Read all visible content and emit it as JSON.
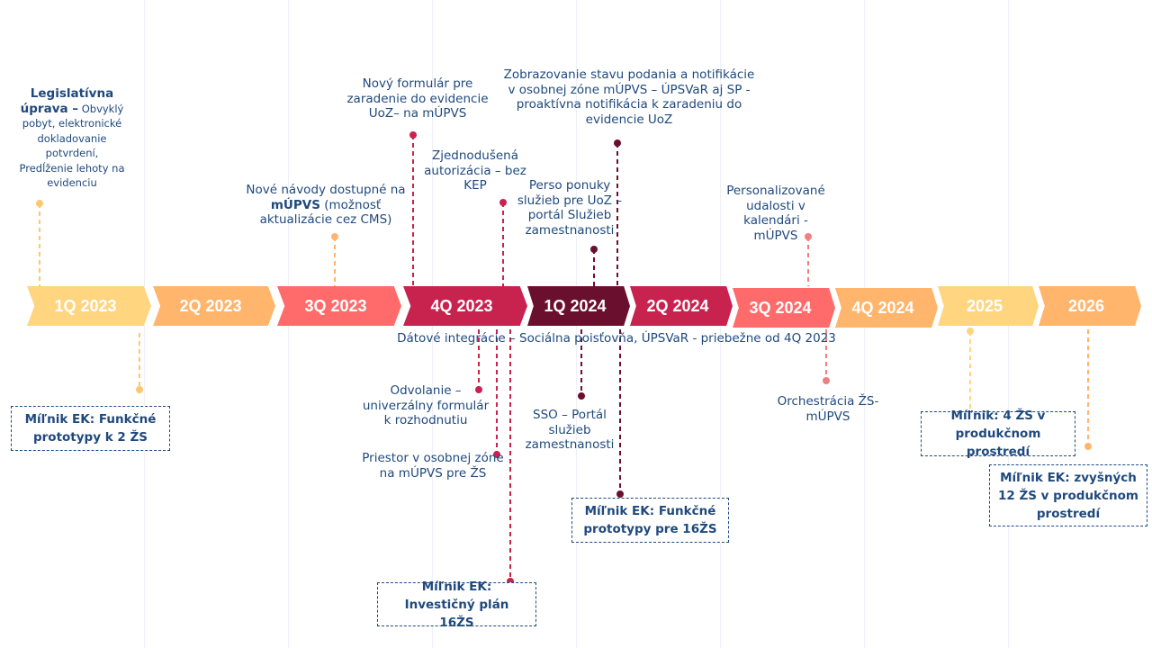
{
  "timeline": {
    "periods": [
      {
        "label": "1Q 2023",
        "color": "#ffd580"
      },
      {
        "label": "2Q 2023",
        "color": "#ffb56b"
      },
      {
        "label": "3Q 2023",
        "color": "#ff6b6b"
      },
      {
        "label": "4Q 2023",
        "color": "#c8234f"
      },
      {
        "label": "1Q 2024",
        "color": "#6b0f2e"
      },
      {
        "label": "2Q 2024",
        "color": "#c8234f"
      },
      {
        "label": "3Q 2024",
        "color": "#ff6b6b"
      },
      {
        "label": "4Q 2024",
        "color": "#ffb56b"
      },
      {
        "label": "2025",
        "color": "#ffd580"
      },
      {
        "label": "2026",
        "color": "#ffb56b"
      }
    ],
    "band_text": "Dátové integrácie – Sociálna poisťovňa, ÚPSVaR - priebežne od 4Q 2023"
  },
  "events_above": {
    "legislation": {
      "title": "Legislatívna úprava –",
      "detail": "Obvyklý pobyt, elektronické dokladovanie potvrdení, Predĺženie lehoty na evidenciu"
    },
    "manuals_a": "Nové návody dostupné na",
    "manuals_b": "mÚPVS",
    "manuals_c": "(možnosť aktualizácie cez CMS)",
    "new_form": "Nový formulár pre zaradenie do evidencie UoZ– na mÚPVS",
    "simple_auth": "Zjednodušená autorizácia – bez KEP",
    "status_view": "Zobrazovanie stavu podania a notifikácie v osobnej zóne mÚPVS – ÚPSVaR aj SP - proaktívna notifikácia k zaradeniu do evidencie UoZ",
    "perso_offers": "Perso ponuky služieb pre UoZ – portál Služieb zamestnanosti",
    "personal_events": "Personalizované udalosti v kalendári - mÚPVS"
  },
  "events_below": {
    "appeal": "Odvolanie – univerzálny formulár k rozhodnutiu",
    "space_zone": "Priestor v osobnej zóne na mÚPVS pre ŽS",
    "sso": "SSO – Portál služieb zamestnanosti",
    "orchestration": "Orchestrácia ŽS-mÚPVS"
  },
  "milestones": {
    "m1": "Míľnik EK: Funkčné prototypy k 2 ŽS",
    "m2": "Míľnik EK: Investičný plán 16ŽS",
    "m3": "Míľnik EK: Funkčné prototypy pre 16ŽS",
    "m4": "Míľnik: 4 ŽS v produkčnom prostredí",
    "m5": "Míľnik EK: zvyšných 12 ŽS v produkčnom prostredí"
  },
  "colors": {
    "text": "#1f497d",
    "yellow": "#ffd580",
    "orange": "#ffb56b",
    "coral": "#ff6b6b",
    "crimson": "#c8234f",
    "maroon": "#6b0f2e"
  }
}
